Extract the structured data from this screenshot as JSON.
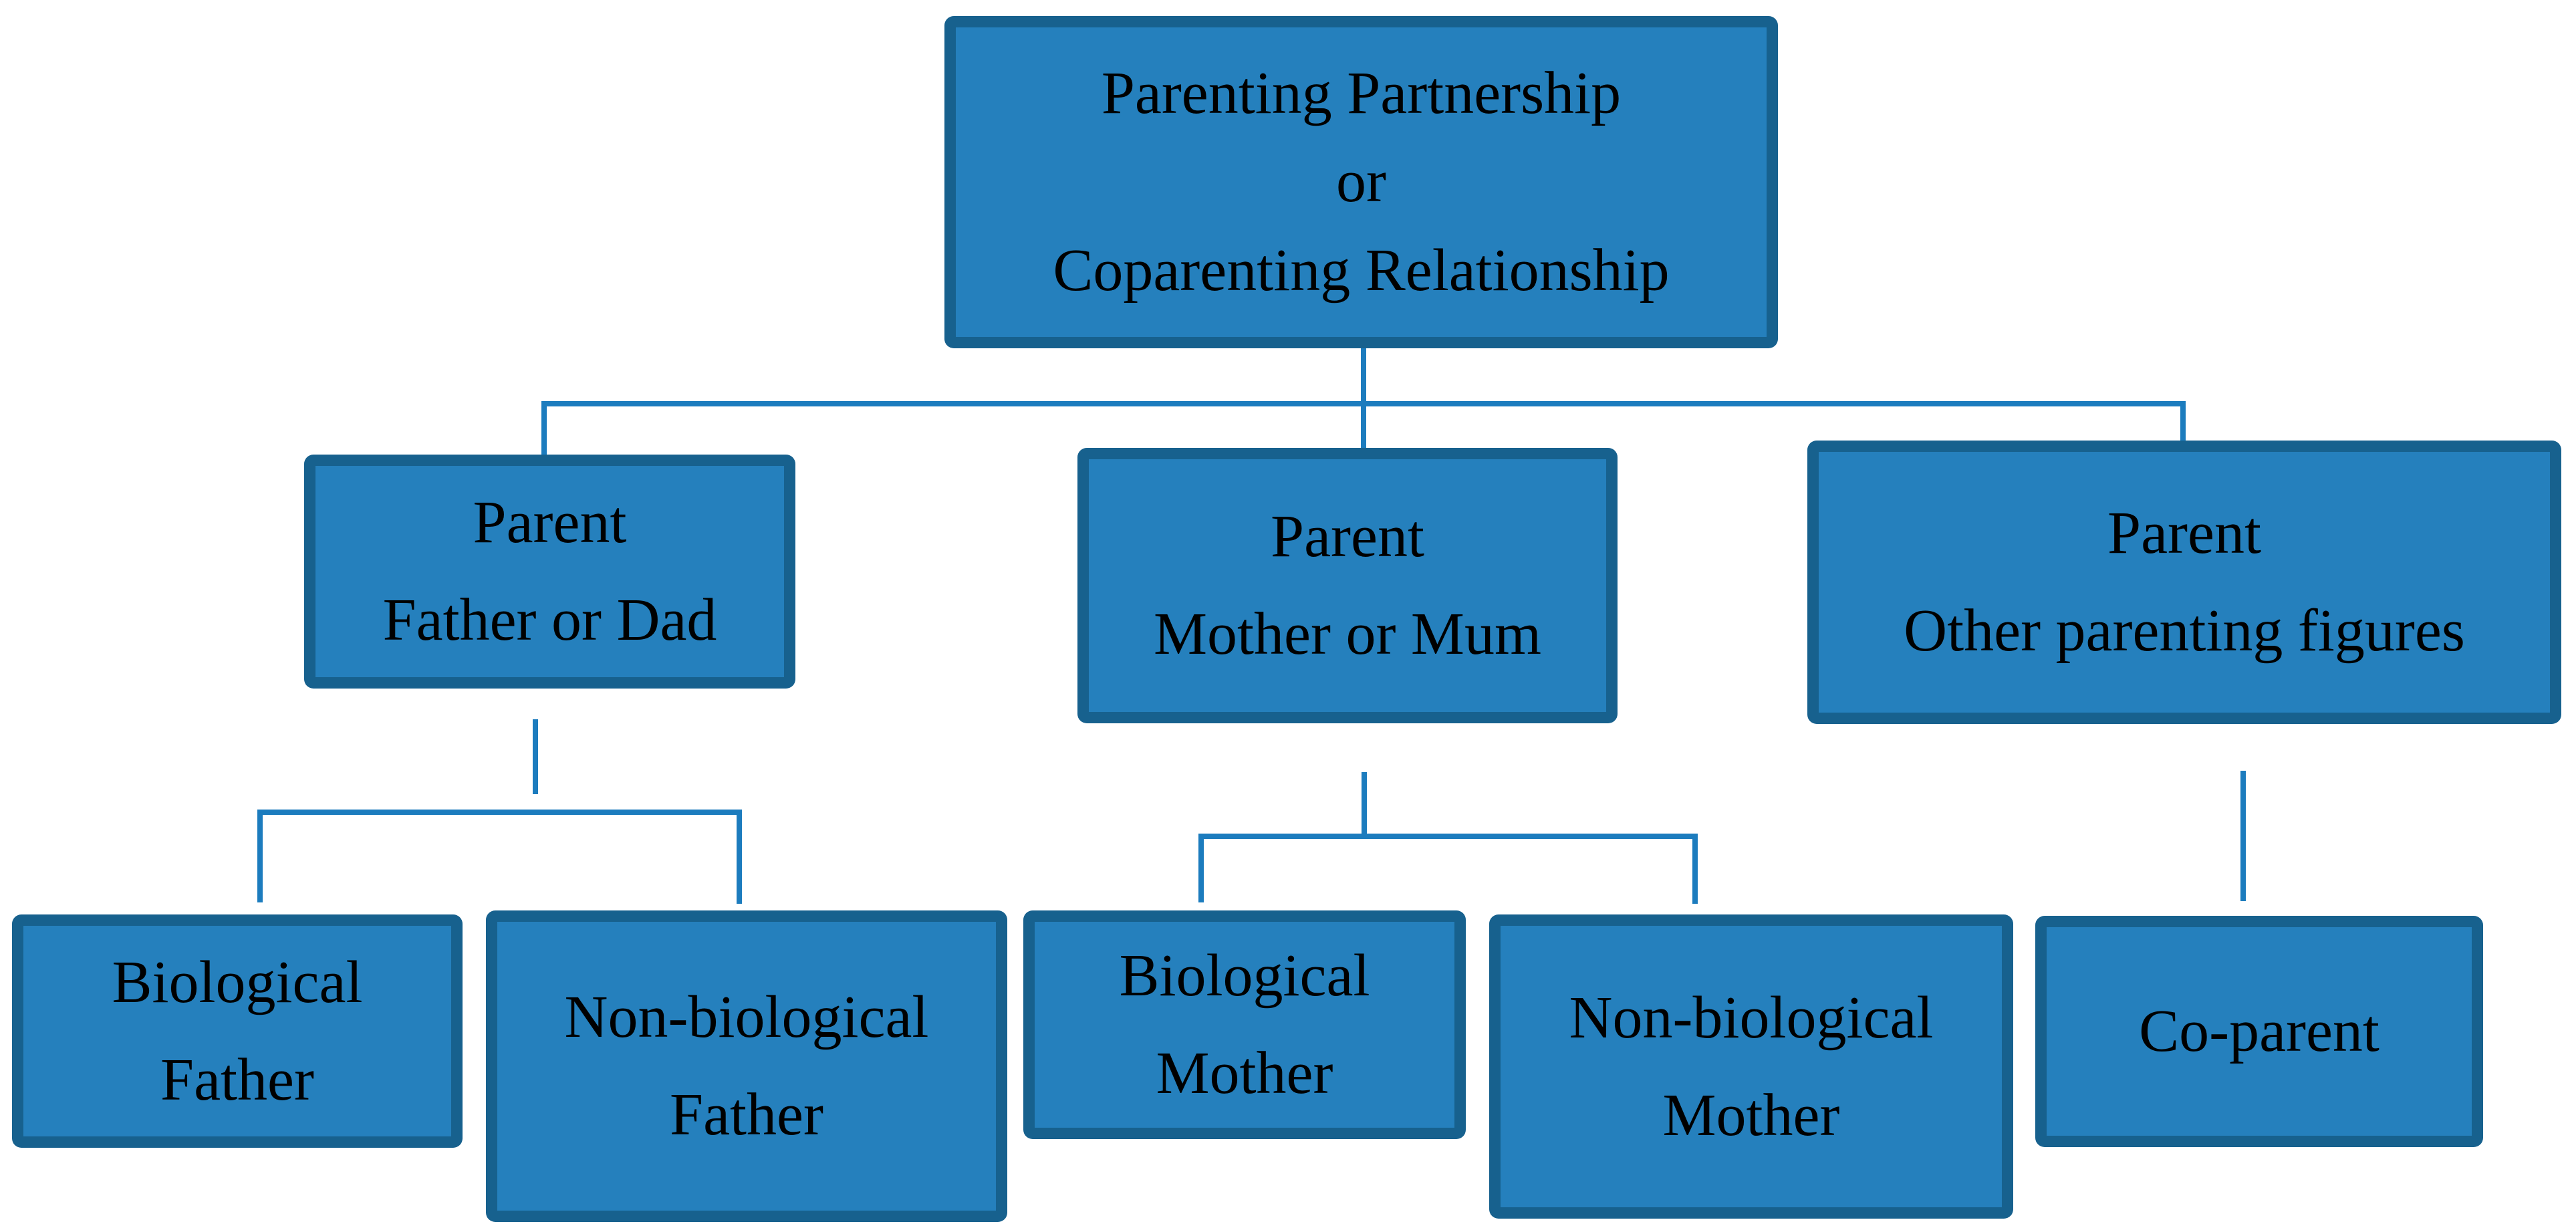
{
  "colors": {
    "background": "#ffffff",
    "box_fill": "#2580BD",
    "box_border": "#17618E",
    "connector": "#1C7CBE",
    "text": "#000000"
  },
  "nodes": {
    "root": {
      "lines": [
        "Parenting Partnership",
        "or",
        "Coparenting Relationship"
      ]
    },
    "father": {
      "lines": [
        "Parent",
        "Father or Dad"
      ]
    },
    "mother": {
      "lines": [
        "Parent",
        "Mother or Mum"
      ]
    },
    "other": {
      "lines": [
        "Parent",
        "Other parenting figures"
      ]
    },
    "bio_father": {
      "lines": [
        "Biological",
        "Father"
      ]
    },
    "nonbio_father": {
      "lines": [
        "Non-biological",
        "Father"
      ]
    },
    "bio_mother": {
      "lines": [
        "Biological",
        "Mother"
      ]
    },
    "nonbio_mother": {
      "lines": [
        "Non-biological",
        "Mother"
      ]
    },
    "co_parent": {
      "lines": [
        "Co-parent"
      ]
    }
  },
  "edges": [
    {
      "from": "root",
      "to": "father"
    },
    {
      "from": "root",
      "to": "mother"
    },
    {
      "from": "root",
      "to": "other"
    },
    {
      "from": "father",
      "to": "bio_father"
    },
    {
      "from": "father",
      "to": "nonbio_father"
    },
    {
      "from": "mother",
      "to": "bio_mother"
    },
    {
      "from": "mother",
      "to": "nonbio_mother"
    },
    {
      "from": "other",
      "to": "co_parent"
    }
  ]
}
